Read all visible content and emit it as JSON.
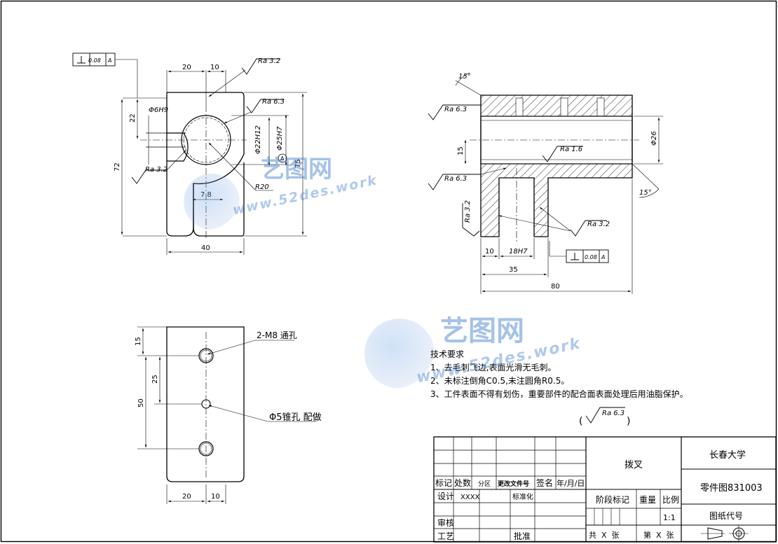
{
  "views": {
    "front": {
      "gdt_tolerance": "0.08",
      "gdt_datum": "A",
      "dims": [
        "20",
        "10",
        "22",
        "72",
        "75",
        "40",
        "7.8",
        "R20"
      ],
      "hole_labels": [
        "Φ6H9",
        "Φ22H12",
        "Φ25H7"
      ],
      "roughness": [
        "Ra 3.2",
        "Ra 6.3",
        "Ra 3.2"
      ],
      "datum_marker": "A"
    },
    "section": {
      "angles": [
        "15°",
        "15°"
      ],
      "roughness": [
        "Ra 6.3",
        "Ra 1.6",
        "Ra 6.3",
        "Ra 3.2",
        "Ra 3.2"
      ],
      "dims": [
        "Φ26",
        "15",
        "10",
        "18H7",
        "35",
        "80"
      ],
      "gdt_tolerance": "0.08",
      "gdt_datum": "A"
    },
    "bottom": {
      "dims": [
        "15",
        "25",
        "50",
        "20",
        "10"
      ],
      "callout_thread": "2-M8 通孔",
      "callout_pin": "Φ5锥孔 配做"
    }
  },
  "notes": {
    "title": "技术要求",
    "items": [
      "1、去毛刺飞边,表面光滑无毛刺。",
      "2、未标注倒角C0.5,未注圆角R0.5。",
      "3、工件表面不得有划伤，重要部件的配合面表面处理后用油脂保护。"
    ]
  },
  "default_roughness": {
    "open": "(",
    "value": "Ra 6.3",
    "close": ")"
  },
  "title_block": {
    "header_row": [
      "标记",
      "处数",
      "分区",
      "更改文件号",
      "签名",
      "年/月/日"
    ],
    "design_label": "设计",
    "designer": "XXXX",
    "standard_label": "标准化",
    "review_label": "审核",
    "process_label": "工艺",
    "approve_label": "批准",
    "part_name": "拨叉",
    "stage_label": "阶段标记",
    "weight_label": "重量",
    "scale_label": "比例",
    "scale_value": "1:1",
    "sheets_total": "共  X  张",
    "sheet_no": "第  X  张",
    "company": "长春大学",
    "drawing_name": "零件图831003",
    "drawing_code_label": "图纸代号"
  },
  "watermarks": [
    {
      "cn": "艺图网",
      "url": "www.52des.work"
    },
    {
      "cn": "艺图网",
      "url": "www.52des.work"
    }
  ]
}
